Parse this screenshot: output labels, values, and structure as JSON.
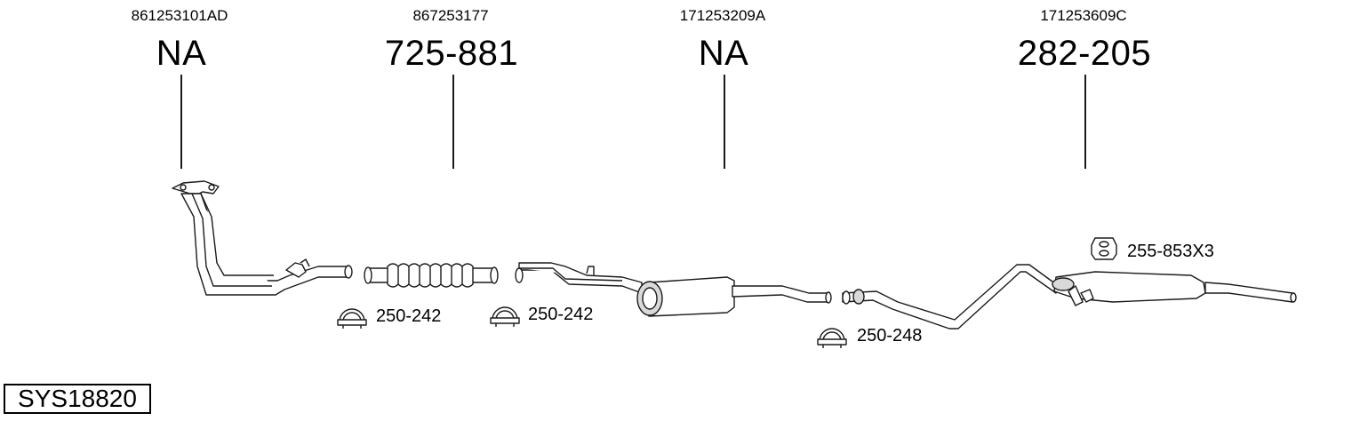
{
  "parts": [
    {
      "oem": "861253101AD",
      "number": "NA"
    },
    {
      "oem": "867253177",
      "number": "725-881"
    },
    {
      "oem": "171253209A",
      "number": "NA"
    },
    {
      "oem": "171253609C",
      "number": "282-205"
    }
  ],
  "accessories": [
    {
      "label": "250-242",
      "icon": "clamp-icon"
    },
    {
      "label": "250-242",
      "icon": "clamp-icon"
    },
    {
      "label": "250-248",
      "icon": "clamp-icon"
    },
    {
      "label": "255-853X3",
      "icon": "rubber-hanger-icon"
    }
  ],
  "system_code": "SYS18820"
}
